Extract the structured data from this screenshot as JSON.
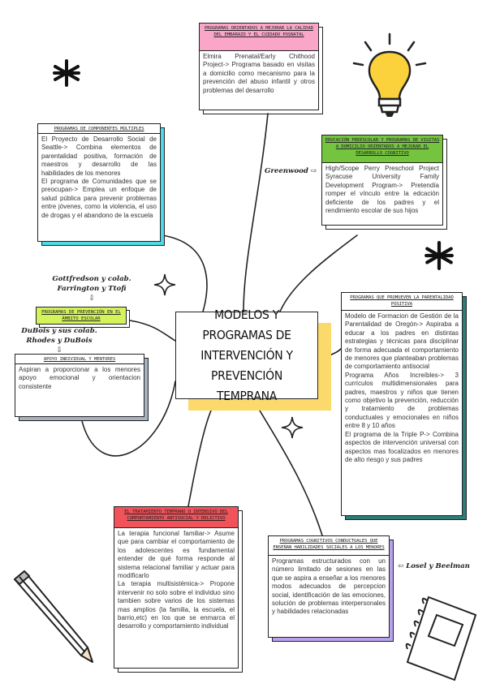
{
  "center": {
    "title": "MODELOS Y PROGRAMAS DE INTERVENCIÓN Y PREVENCIÓN TEMPRANA"
  },
  "cards": {
    "top": {
      "header": "PROGRAMAS ORIENTADOS A MEJORAR LA CALIDAD DEL EMBARAZO Y EL CUIDADO POSNATAL",
      "body": "Elmira Prenatal/Early Chithood Project-> Programa basado en visitas a domicilio como mecanismo para la prevención del abuso infantil y otros problemas del desarrollo",
      "color": "#f9a6c8"
    },
    "components": {
      "header": "PROGRAMAS DE COMPONENTES MÚLTIPLES",
      "body": "El Proyecto de Desarrollo Social de Seattle-> Combina elementos de parentalidad positiva, formación de maestros y desarrollo de las habilidades de los menores\nEl programa de Comunidades que se preocupan-> Emplea un enfoque de salud pública para prevenir problemas entre jóvenes, como la violencia, el uso de drogas y el abandono de la escuela",
      "color": "#4fd8e6"
    },
    "preschool": {
      "header": "EDUCACIÓN PREESCOLAR Y PROGRAMAS DE VISITAS A DOMICILIO ORIENTADOS A MEJORAR EL DESARROLLO COGNITIVO",
      "body": "High/Scope Perry Preschool Project Syracuse University Family Development Program-> Pretendía romper el vínculo entre la edcación deficiente de los padres y el rendimiento escolar de sus hijos",
      "color": "#74c43f"
    },
    "parenting": {
      "header": "PROGRAMAS QUE PROMUEVEN LA PARENTALIDAD POSITIVA",
      "body": "Modelo de Formacion de Gestión de la Parentalidad de Oregón-> Aspiraba a educar a los padres en distintas estrategias y técnicas para disciplinar de forma adecuada el comportamiento de menores que planteaban problemas de comportamiento antisocial\nPrograma Años Increíbles-> 3 currículos multidimensionales para padres, maestros y niños que tienen como objetivo la prevención, reducción y tratamiento de problemas conductuales y emocionales en niños entre 8 y 10 años\nEl programa de la Triple P-> Combina aspectos de intervención universal con aspectos mas focalizados en menores de alto riesgo y sus padres",
      "color": "#2e7c78"
    },
    "support": {
      "header": "APOYO INDIVIDUAL Y MENTORES",
      "body": "Aspiran a proporcionar a los menores apoyo emocional y orientacion consistente",
      "color": "#a8b3c2"
    },
    "treatment": {
      "header": "EL TRATAMIENTO TEMPRANO O INTENSIVO DEL COMPORTAMIENTO ANTISOCIAL Y DELICTIVO",
      "body": "La terapia funcional familiar-> Asume que para cambiar el comportamiento de los adolescentes es fundamental entender de qué forma responde al sistema relacional familiar y actuar para modificarlo\nLa terapia multisistémica-> Propone intervenir no solo sobre el individuo sino tambien sobre varios de los sistemas mas amplios (la familia, la escuela, el barrio,etc) en los que se enmarca el desarrollo y comportamiento individual",
      "color": "#f2525a"
    },
    "cognitive": {
      "header": "PROGRAMAS COGNITIVOS CONDUCTUALES QUE ENSEÑAN HABILIDADES SOCIALES A LOS MENORES",
      "body": "Programas estructurados con un número limitado de sesiones en las que se aspira a enseñar a los menores modos adecuados de percepcion social, identificación de las emociones, solución de problemas interpersonales y habilidades relacionadas",
      "color": "#b8a2ee"
    }
  },
  "pills": {
    "school": {
      "text": "PROGRAMAS DE PREVENCIÓN EN EL ÁMBITO ESCOLAR",
      "color": "#d4f25a"
    }
  },
  "labels": {
    "greenwood": "Greenwood",
    "gottfredson": "Gottfredson y colab.",
    "farrington": "Farrington y Ttofi",
    "dubois": "DuBois y sus colab.",
    "rhodes": "Rhodes y DuBois",
    "losel": "Losel y Beelman"
  },
  "glyphs": {
    "arrow_right": "⇨",
    "arrow_left": "⇦",
    "arrow_down": "⇩"
  },
  "icons": [
    "asterisk-icon",
    "lightbulb-icon",
    "sparkle-icon",
    "pencil-icon",
    "notebook-icon"
  ],
  "accent": {
    "center_shadow": "#fbd96b",
    "bulb": "#fbd23b"
  }
}
